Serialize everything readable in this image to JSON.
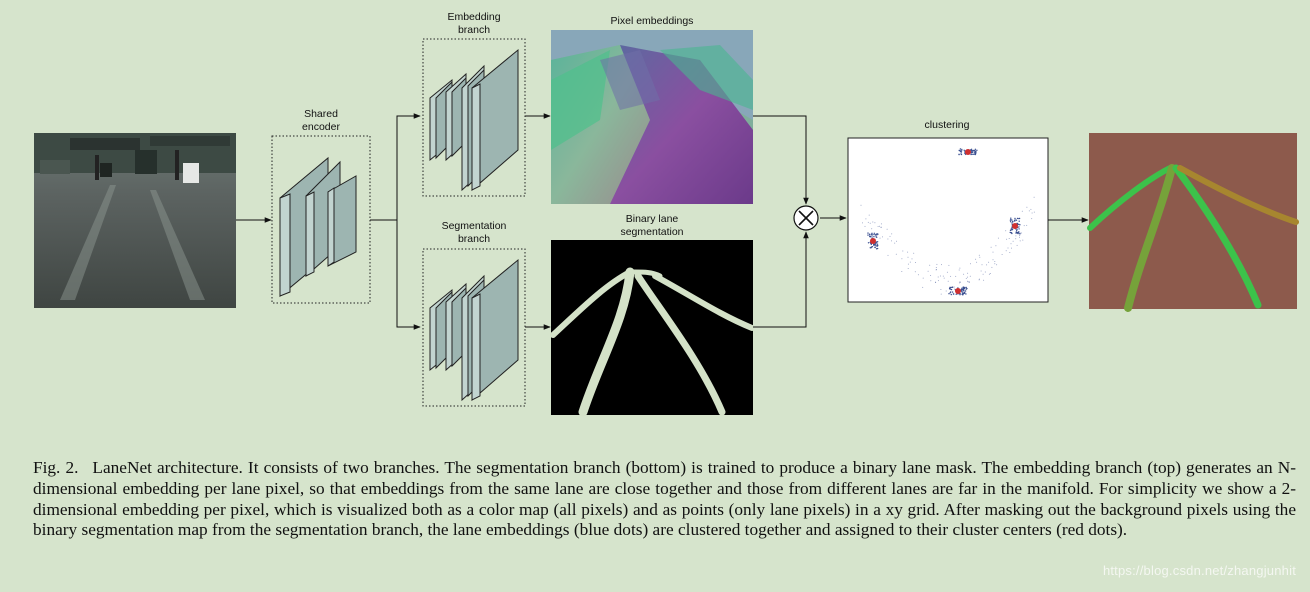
{
  "labels": {
    "shared_encoder": [
      "Shared",
      "encoder"
    ],
    "embedding_branch": [
      "Embedding",
      "branch"
    ],
    "segmentation_branch": [
      "Segmentation",
      "branch"
    ],
    "pixel_embeddings": "Pixel embeddings",
    "binary_lane_segmentation": [
      "Binary lane",
      "segmentation"
    ],
    "clustering": "clustering"
  },
  "icons": {
    "merge_operator": "circled-x-icon"
  },
  "colors": {
    "background": "#d6e4cc",
    "layer_fill": "#9db5b1",
    "output_background": "#8d5a4c",
    "lane_green": "#3cc24a",
    "cluster_center": "#d03030",
    "embedding_point": "#3a4f90"
  },
  "caption": {
    "fig_label": "Fig. 2.",
    "text": "LaneNet architecture. It consists of two branches. The segmentation branch (bottom) is trained to produce a binary lane mask. The embedding branch (top) generates an N-dimensional embedding per lane pixel, so that embeddings from the same lane are close together and those from different lanes are far in the manifold. For simplicity we show a 2-dimensional embedding per pixel, which is visualized both as a color map (all pixels) and as points (only lane pixels) in a xy grid. After masking out the background pixels using the binary segmentation map from the segmentation branch, the lane embeddings (blue dots) are clustered together and assigned to their cluster centers (red dots)."
  },
  "watermark": "https://blog.csdn.net/zhangjunhit"
}
